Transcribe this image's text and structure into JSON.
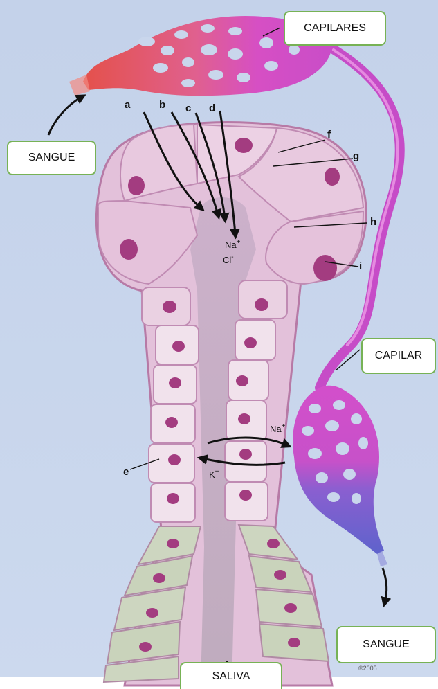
{
  "callouts": {
    "capilares": "CAPILARES",
    "sangue_top": "SANGUE",
    "capilar": "CAPILAR",
    "sangue_bottom": "SANGUE",
    "saliva": "SALIVA"
  },
  "letters": {
    "a": "a",
    "b": "b",
    "c": "c",
    "d": "d",
    "e": "e",
    "f": "f",
    "g": "g",
    "h": "h",
    "i": "i"
  },
  "ions": {
    "na_top": "Na",
    "cl_top": "Cl",
    "na_side": "Na",
    "k_side": "K",
    "plus": "+",
    "minus": "-"
  },
  "copyright": "©2005",
  "colors": {
    "background": "#c9d6ec",
    "cell_pink": "#e6c6dd",
    "nucleus": "#a23d7f",
    "cell_green": "#c9d4bd",
    "artery_red": "#e1564e",
    "vessel_magenta": "#d44ec8",
    "vein_blue": "#6a69d2",
    "callout_border": "#77b255"
  }
}
